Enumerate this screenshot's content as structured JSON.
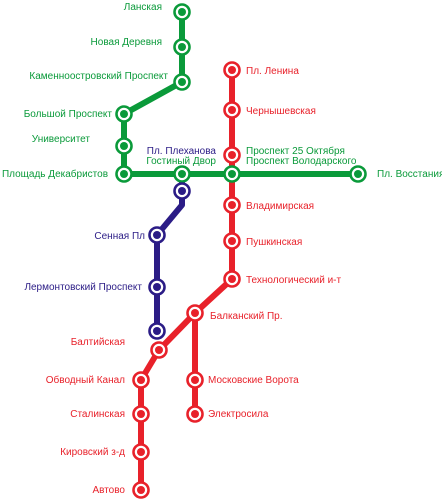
{
  "colors": {
    "green_line": "#0a9a3a",
    "blue_line": "#2b1c86",
    "red_line": "#e8212a"
  },
  "stations": {
    "lanskaya": "Ланская",
    "novaya_derevnya": "Новая Деревня",
    "kamennoostrovsky": "Каменноостровский Проспект",
    "bolshoy_prospekt": "Большой Проспект",
    "universitet": "Университет",
    "ploshchad_dekabristov": "Площадь Декабристов",
    "pl_plekhanova": "Пл. Плеханова",
    "gostiny_dvor": "Гостиный Двор",
    "pl_vosstaniya": "Пл. Восстания",
    "sennaya": "Сенная Пл",
    "lermontovsky": "Лермонтовский Проспект",
    "baltiyskaya": "Балтийская",
    "pl_lenina": "Пл. Ленина",
    "chernyshevskaya": "Чернышевская",
    "prospekt_25_oktyabrya": "Проспект 25 Октября",
    "prospekt_volodarskogo": "Проспект Володарского",
    "vladimirskaya": "Владимирская",
    "pushkinskaya": "Пушкинская",
    "tekhnologichesky": "Технологический и-т",
    "balkansky": "Балканский Пр.",
    "obvodny_kanal": "Обводный Канал",
    "moskovskie_vorota": "Московские Ворота",
    "stalinskaya": "Сталинская",
    "elektrosila": "Электросила",
    "kirovsky_zavod": "Кировский з-д",
    "avtovo": "Автово"
  }
}
